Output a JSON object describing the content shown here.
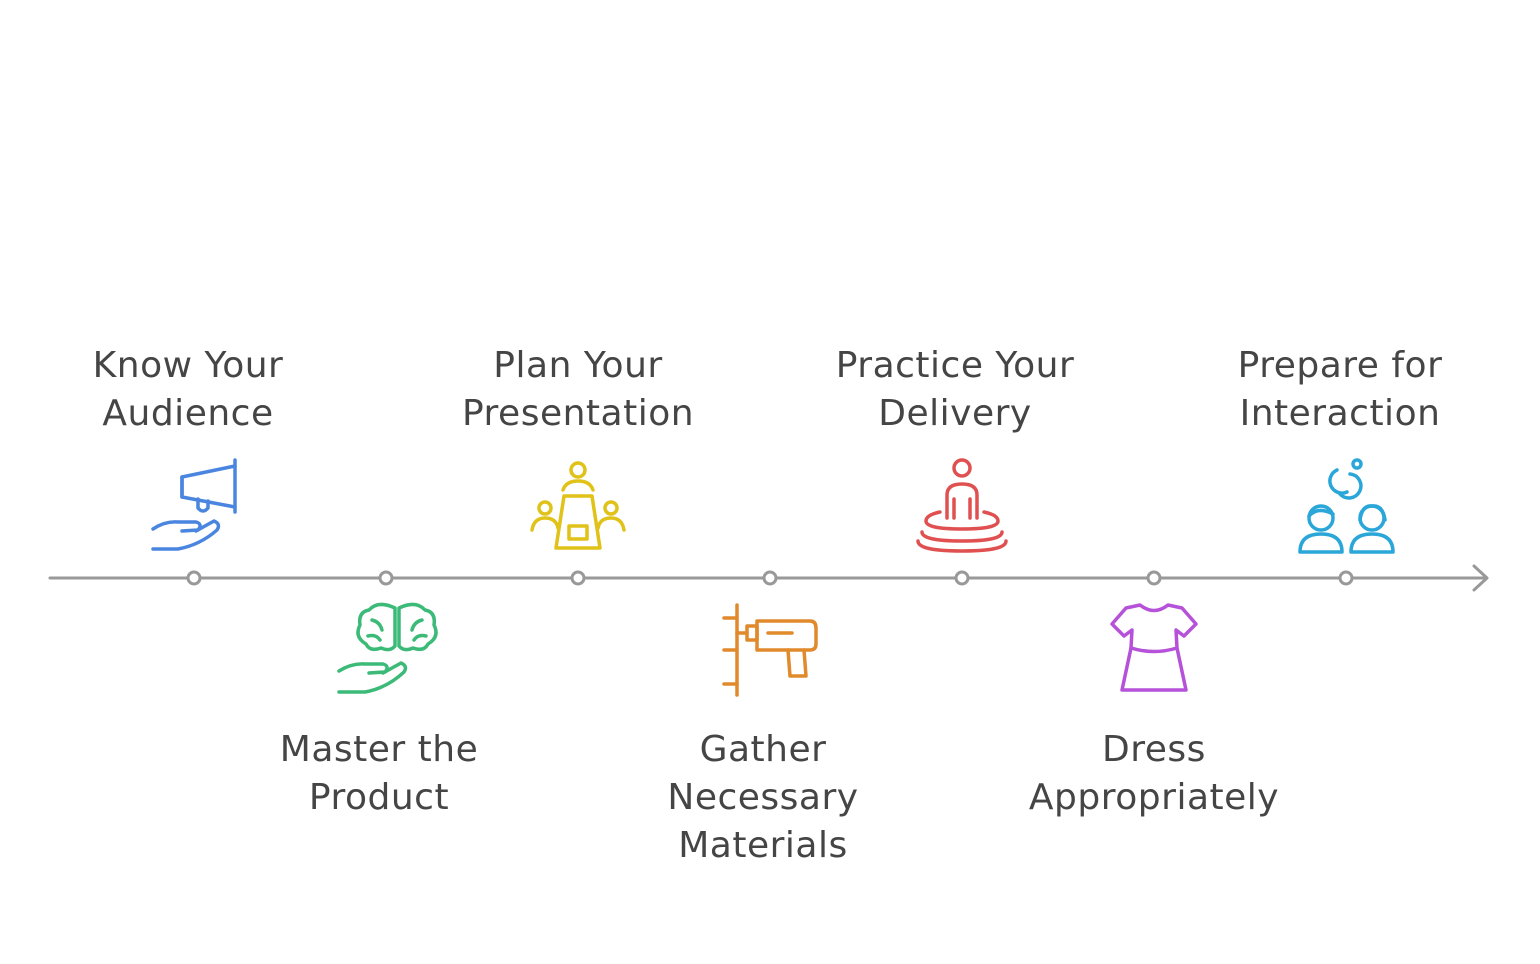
{
  "steps": [
    {
      "id": "know-your-audience",
      "lines": [
        "Know Your",
        "Audience"
      ],
      "position": "above",
      "color": "#4a86e0",
      "icon": "megaphone-hand-icon"
    },
    {
      "id": "master-the-product",
      "lines": [
        "Master the",
        "Product"
      ],
      "position": "below",
      "color": "#3cba78",
      "icon": "brain-hand-icon"
    },
    {
      "id": "plan-your-presentation",
      "lines": [
        "Plan Your",
        "Presentation"
      ],
      "position": "above",
      "color": "#e0c218",
      "icon": "presenter-audience-icon"
    },
    {
      "id": "gather-necessary-materials",
      "lines": [
        "Gather",
        "Necessary",
        "Materials"
      ],
      "position": "below",
      "color": "#e08a2c",
      "icon": "drill-icon"
    },
    {
      "id": "practice-your-delivery",
      "lines": [
        "Practice Your",
        "Delivery"
      ],
      "position": "above",
      "color": "#e05050",
      "icon": "person-podium-icon"
    },
    {
      "id": "dress-appropriately",
      "lines": [
        "Dress",
        "Appropriately"
      ],
      "position": "below",
      "color": "#b552d9",
      "icon": "dress-icon"
    },
    {
      "id": "prepare-for-interaction",
      "lines": [
        "Prepare for",
        "Interaction"
      ],
      "position": "above",
      "color": "#2aa7d8",
      "icon": "people-interaction-icon"
    }
  ],
  "colors": {
    "axis": "#999999",
    "text": "#454545"
  }
}
